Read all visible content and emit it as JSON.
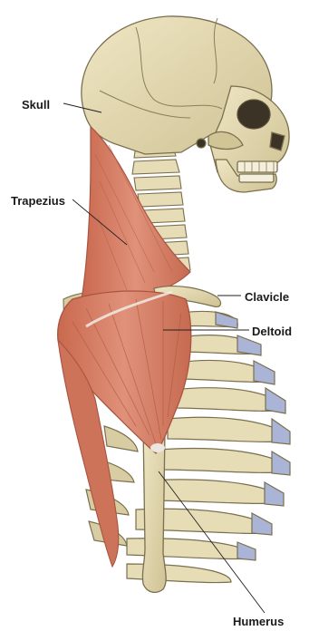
{
  "labels": {
    "skull": "Skull",
    "trapezius": "Trapezius",
    "clavicle": "Clavicle",
    "deltoid": "Deltoid",
    "humerus": "Humerus"
  },
  "colors": {
    "bone": "#e6dcb6",
    "bone_shade": "#c8bb8c",
    "bone_outline": "#7a6f4e",
    "muscle": "#d9846a",
    "muscle_dark": "#b85e45",
    "muscle_light": "#eaa58c",
    "cartilage": "#a9b4d6",
    "tendon": "#ece6e0",
    "leader_line": "#222222"
  }
}
